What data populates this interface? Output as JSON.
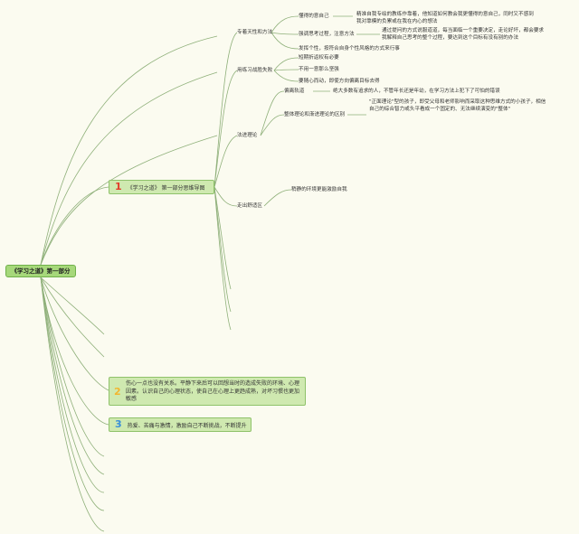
{
  "root": {
    "label": "《学习之道》第一部分"
  },
  "branch1": {
    "number": "1",
    "label": "《学习之道》 第一部分思维导图",
    "groups": [
      {
        "label": "专着天性和方法",
        "items": [
          {
            "label": "懂得的意自己",
            "note": "精准自我专绘的教练作靠着，他知道如何教会我更懂得的意自己，同时又不感到我对靠模的负累或在我在内心的想法"
          },
          {
            "label": "强调思考过程，注意方法",
            "note": "通过提问的方式说服道道，每当面临一个重要决定，走论好坏，都会要求我解释自己思考的整个过程，要达到这个目标有没有别的办法"
          },
          {
            "label": "发挥个性，按符合自身个性风格的方式来行事",
            "note": ""
          }
        ]
      },
      {
        "label": "用练习战胜失败",
        "items": [
          {
            "label": "短期折返权有必要",
            "note": ""
          },
          {
            "label": "不用一意那么坚强",
            "note": ""
          },
          {
            "label": "要随心而动，即使方向偏离目标去得",
            "note": ""
          }
        ]
      },
      {
        "label": "法进理论",
        "items": [
          {
            "label": "偏离轨道",
            "note": "绝大多数有追求的人，不管年长还是年幼，在学习方法上犯下了可怕的错误"
          },
          {
            "label": "整体理论和渐进理论的区别",
            "note": "\"正面理论\"型的孩子，即受父母和老师影响而采取这种思维方式的小孩子，相信自己的综合智力或头平看成一个固定的、无法继续演变的\"整体\""
          }
        ]
      },
      {
        "label": "走出舒适区",
        "items": [
          {
            "label": "稍静的环境更能激励自我",
            "note": ""
          }
        ]
      }
    ]
  },
  "branch2": {
    "number": "2",
    "text": "伤心一点也没有关系。平静下来后可以回想当时的造成失败的环境、心理因素。认识自己的心理状态，使自己在心理上更趋成熟，对坏习惯也更加敏感"
  },
  "branch3": {
    "number": "3",
    "text": "热爱、苦痛与激情，激励自己不断挑战，不断提升"
  },
  "colors": {
    "background": "#fbfbf0",
    "node_fill": "#cfe9b0",
    "root_fill": "#a6d87a",
    "line": "#8fb07a",
    "num1": "#e23b2a",
    "num2": "#f2b630",
    "num3": "#3a8fd8"
  }
}
